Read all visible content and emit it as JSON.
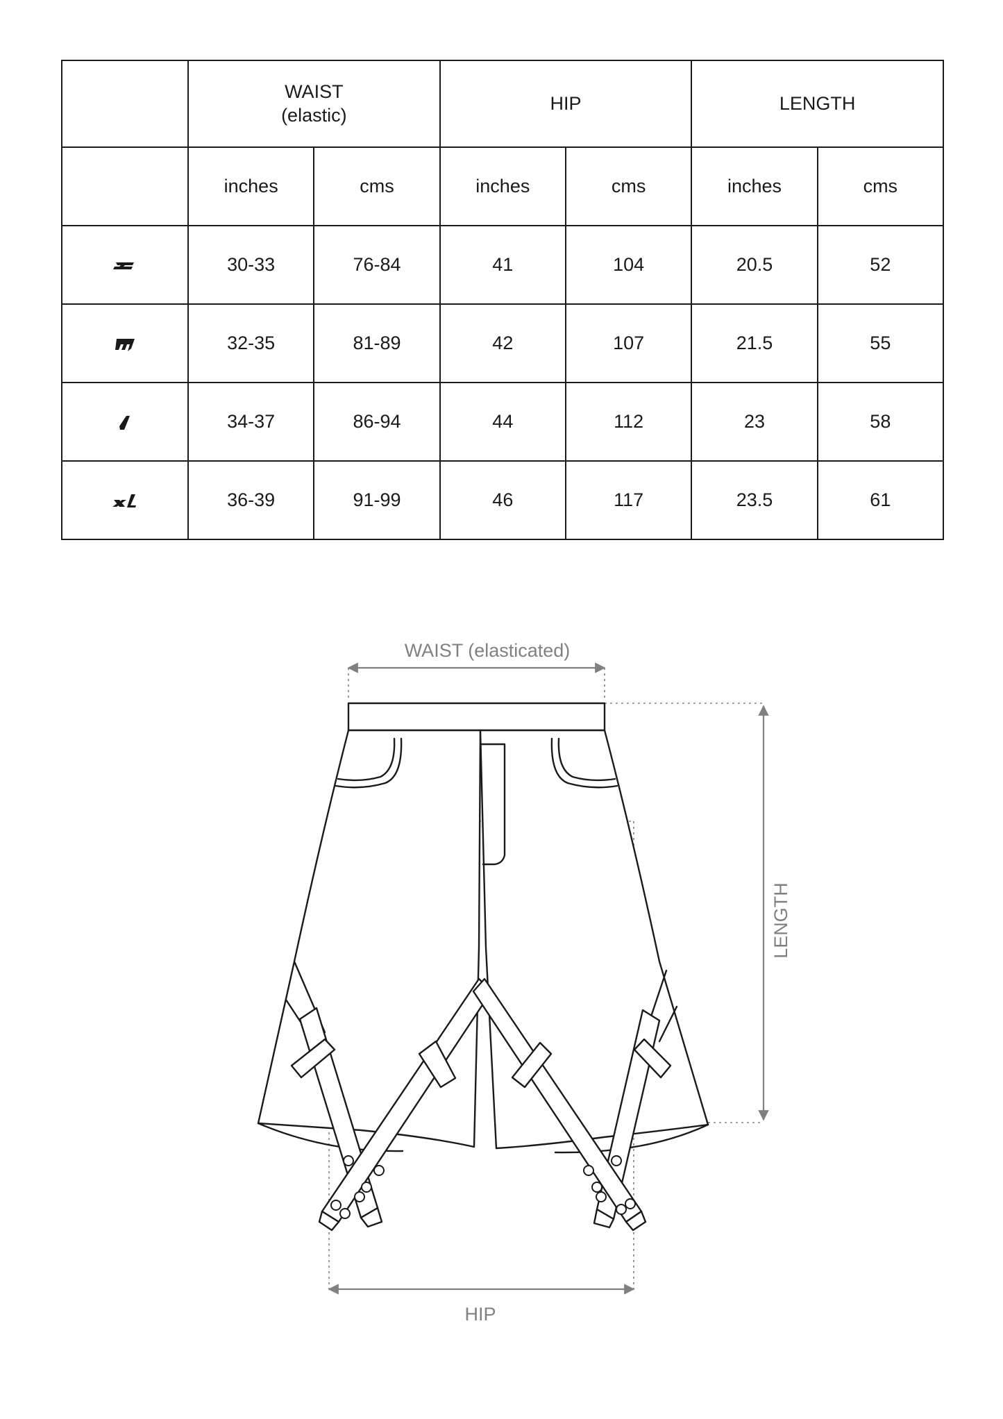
{
  "table": {
    "groups": [
      {
        "label": "WAIST",
        "sublabel": "(elastic)"
      },
      {
        "label": "HIP",
        "sublabel": ""
      },
      {
        "label": "LENGTH",
        "sublabel": ""
      }
    ],
    "units": [
      "inches",
      "cms",
      "inches",
      "cms",
      "inches",
      "cms"
    ],
    "rows": [
      {
        "size": "S",
        "size_icon": "size-s-logo",
        "values": [
          "30-33",
          "76-84",
          "41",
          "104",
          "20.5",
          "52"
        ]
      },
      {
        "size": "M",
        "size_icon": "size-m-logo",
        "values": [
          "32-35",
          "81-89",
          "42",
          "107",
          "21.5",
          "55"
        ]
      },
      {
        "size": "L",
        "size_icon": "size-l-logo",
        "values": [
          "34-37",
          "86-94",
          "44",
          "112",
          "23",
          "58"
        ]
      },
      {
        "size": "XL",
        "size_icon": "size-xl-logo",
        "values": [
          "36-39",
          "91-99",
          "46",
          "117",
          "23.5",
          "61"
        ]
      }
    ]
  },
  "diagram": {
    "waist_label": "WAIST (elasticated)",
    "hip_label": "HIP",
    "length_label": "LENGTH"
  },
  "colors": {
    "line": "#1a1a1a",
    "dimension": "#808080"
  }
}
